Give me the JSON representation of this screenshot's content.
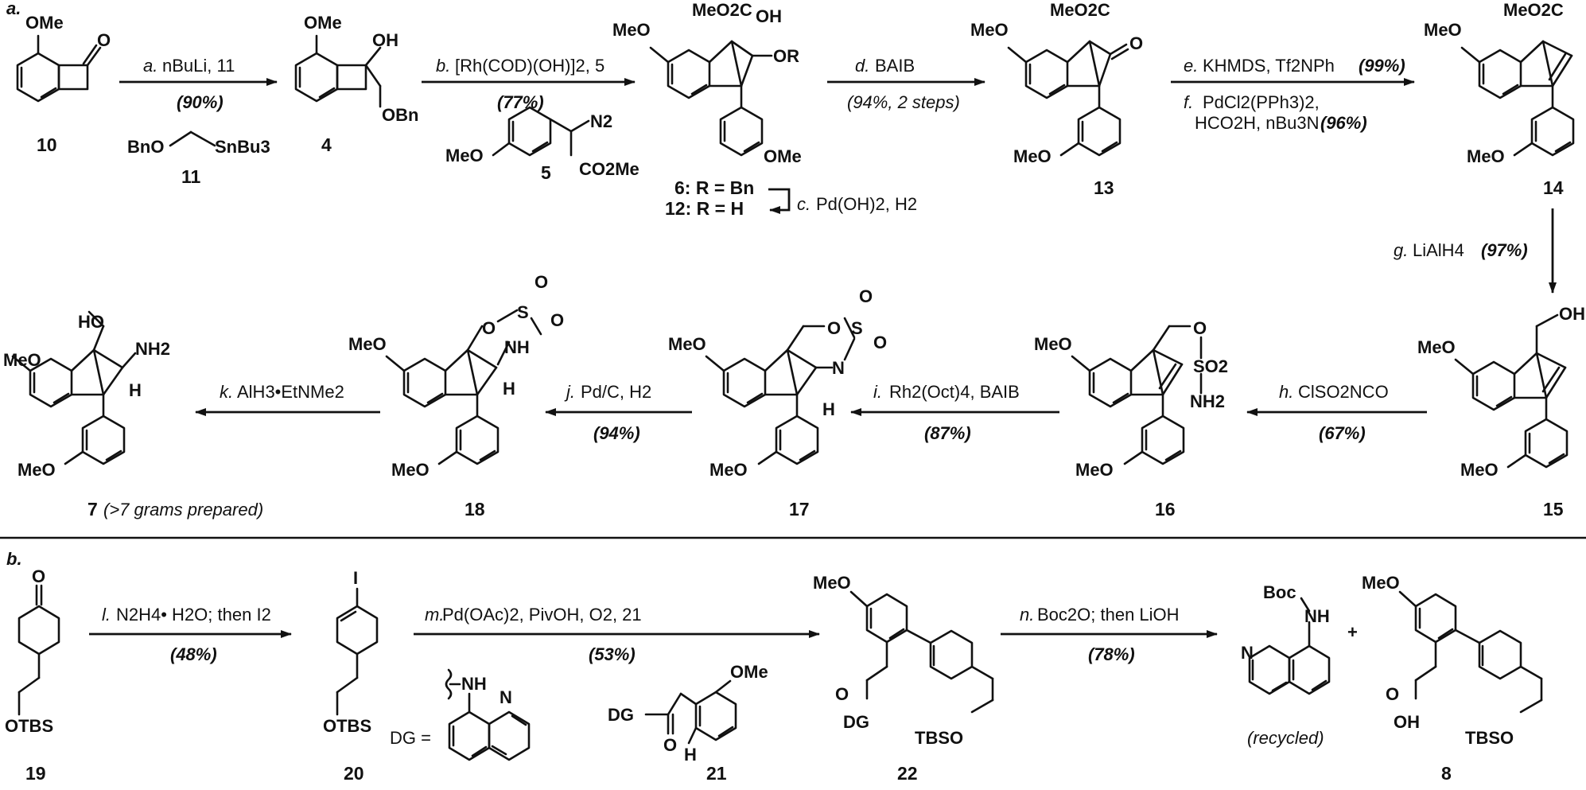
{
  "part_a": {
    "label": "a.",
    "steps": {
      "a": {
        "key": "a.",
        "text": "nBuLi, 11",
        "yield": "(90%)"
      },
      "b": {
        "key": "b.",
        "text": "[Rh(COD)(OH)]2, 5",
        "yield": "(77%)"
      },
      "c": {
        "key": "c.",
        "text": "Pd(OH)2, H2"
      },
      "d": {
        "key": "d.",
        "text": "BAIB",
        "yield": "(94%, 2 steps)"
      },
      "e": {
        "key": "e.",
        "text": "KHMDS, Tf2NPh",
        "yield": "(99%)"
      },
      "f": {
        "key": "f.",
        "text": "PdCl2(PPh3)2,",
        "text2": "HCO2H, nBu3N",
        "yield": "(96%)"
      },
      "g": {
        "key": "g.",
        "text": "LiAlH4",
        "yield": "(97%)"
      },
      "h": {
        "key": "h.",
        "text": "ClSO2NCO",
        "yield": "(67%)"
      },
      "i": {
        "key": "i.",
        "text": "Rh2(Oct)4, BAIB",
        "yield": "(87%)"
      },
      "j": {
        "key": "j.",
        "text": "Pd/C, H2",
        "yield": "(94%)"
      },
      "k": {
        "key": "k.",
        "text": "AlH3•EtNMe2"
      }
    },
    "compounds": {
      "c10": "10",
      "c11": "11",
      "c4": "4",
      "c5": "5",
      "c6": "6: R = Bn",
      "c12": "12: R = H",
      "c13": "13",
      "c14": "14",
      "c15": "15",
      "c16": "16",
      "c17": "17",
      "c18": "18",
      "c7": "7",
      "c7_note": "(>7 grams prepared)"
    },
    "atoms": {
      "ome": "OMe",
      "meo": "MeO",
      "oh": "OH",
      "obn": "OBn",
      "or": "OR",
      "bno": "BnO",
      "snbu3": "SnBu3",
      "n2": "N2",
      "co2me": "CO2Me",
      "meo2c": "MeO2C",
      "o": "O",
      "nh2": "NH2",
      "ho": "HO",
      "h": "H",
      "nh": "NH",
      "n": "N",
      "s": "S",
      "so2": "SO2"
    }
  },
  "part_b": {
    "label": "b.",
    "steps": {
      "l": {
        "key": "l.",
        "text": "N2H4• H2O; then I2",
        "yield": "(48%)"
      },
      "m": {
        "key": "m.",
        "text": "Pd(OAc)2, PivOH, O2, 21",
        "yield": "(53%)"
      },
      "n": {
        "key": "n.",
        "text": "Boc2O; then LiOH",
        "yield": "(78%)"
      }
    },
    "compounds": {
      "c19": "19",
      "c20": "20",
      "c21": "21",
      "c22": "22",
      "c8": "8",
      "recycled": "(recycled)",
      "plus": "+"
    },
    "atoms": {
      "otbs": "OTBS",
      "tbso": "TBSO",
      "i": "I",
      "dg": "DG",
      "dg_eq": "DG =",
      "boc": "Boc",
      "nh": "NH",
      "n": "N",
      "oh": "OH",
      "o": "O",
      "ome": "OMe",
      "meo": "MeO",
      "h": "H"
    }
  }
}
